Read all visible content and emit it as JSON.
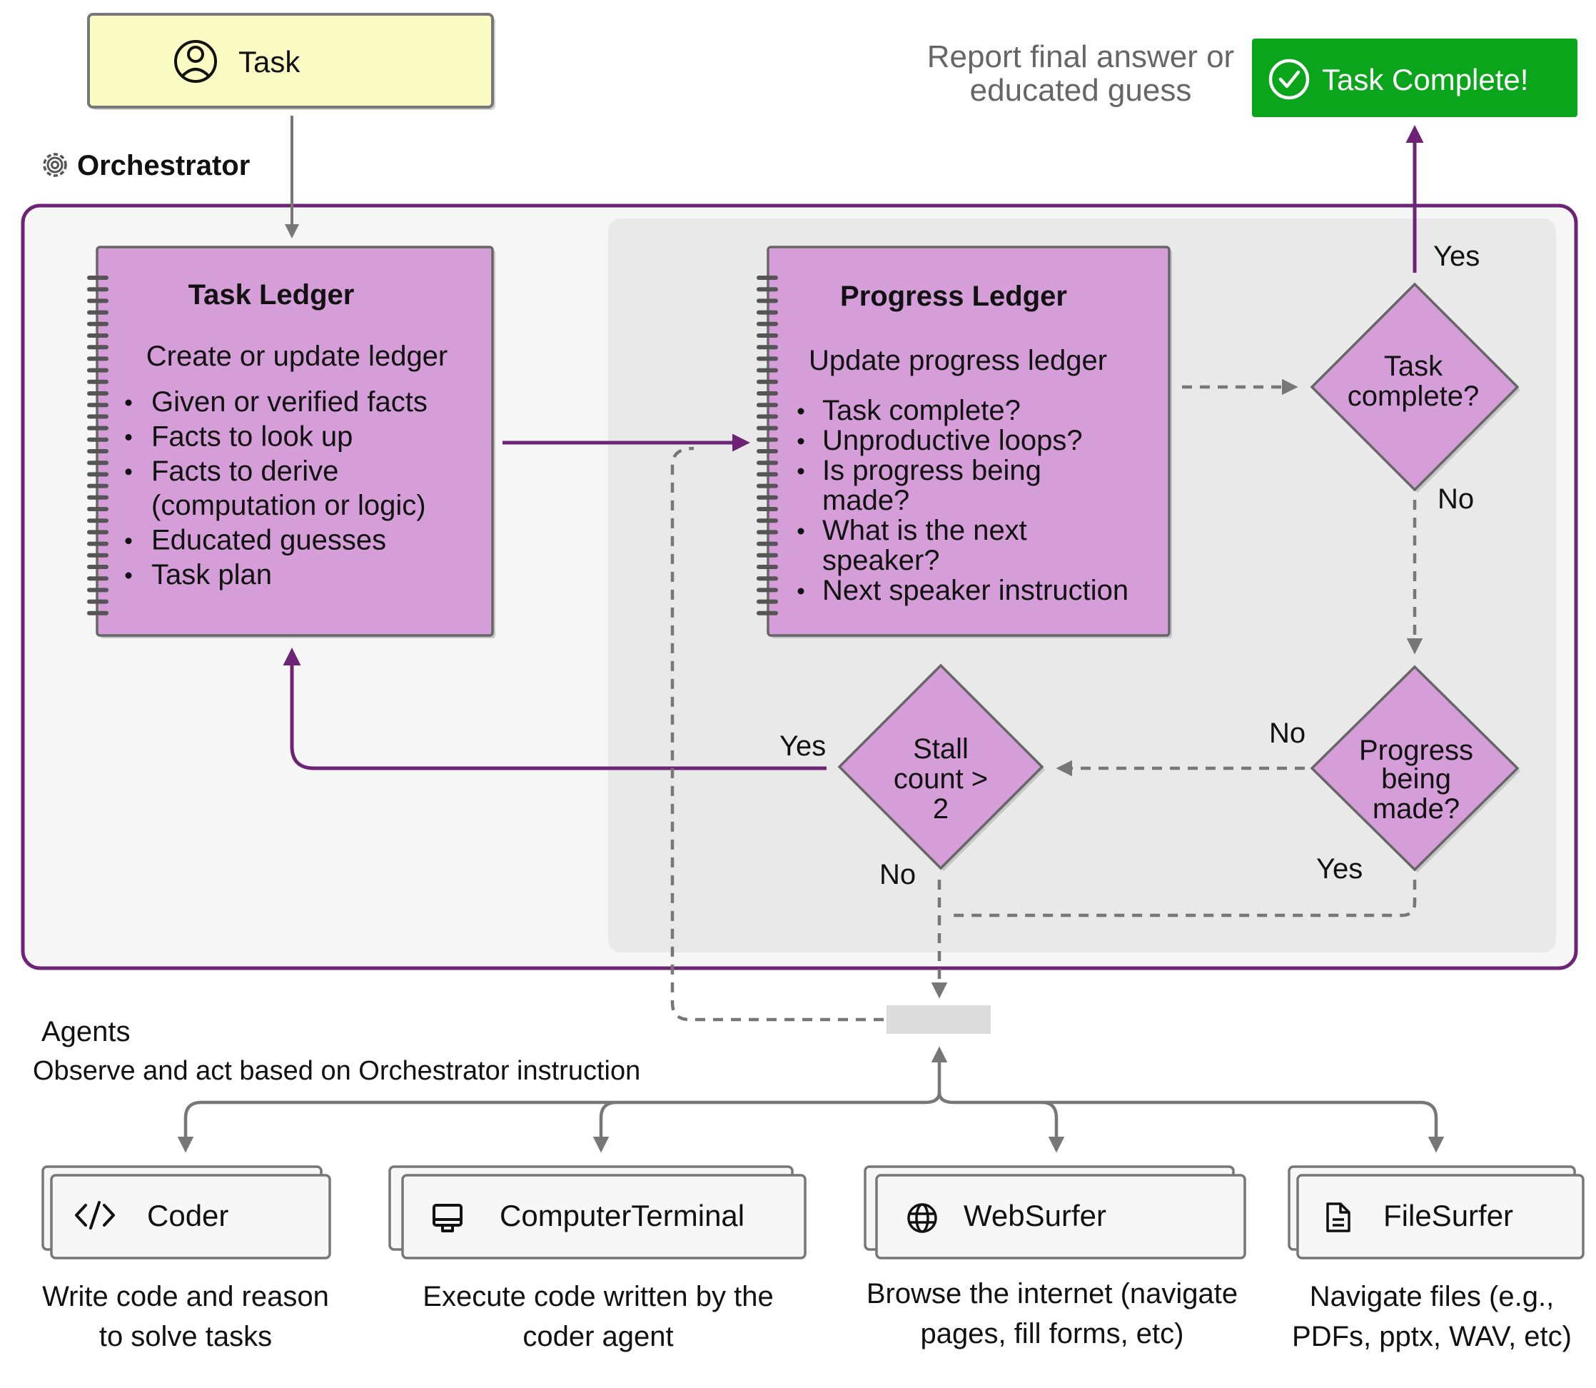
{
  "task": {
    "label": "Task"
  },
  "orchestrator": {
    "label": "Orchestrator"
  },
  "report": {
    "line1": "Report final answer or",
    "line2": "educated guess"
  },
  "complete": {
    "label": "Task Complete!",
    "color": "#0aa51b"
  },
  "task_ledger": {
    "title": "Task Ledger",
    "subtitle": "Create or update ledger",
    "items": [
      "Given or verified facts",
      "Facts to look up",
      "Facts to derive",
      "(computation or logic)",
      "Educated guesses",
      "Task plan"
    ]
  },
  "progress_ledger": {
    "title": "Progress Ledger",
    "subtitle": "Update progress ledger",
    "items": [
      "Task complete?",
      "Unproductive loops?",
      "Is progress being",
      "made?",
      "What is the next",
      "speaker?",
      "Next speaker instruction"
    ]
  },
  "decisions": {
    "task_complete": [
      "Task",
      "complete?"
    ],
    "progress_made": [
      "Progress",
      "being",
      "made?"
    ],
    "stall_count": [
      "Stall",
      "count >",
      "2"
    ]
  },
  "edge_labels": {
    "yes": "Yes",
    "no": "No"
  },
  "agents": {
    "title": "Agents",
    "subtitle": "Observe and act based on Orchestrator instruction",
    "list": [
      {
        "name": "Coder",
        "icon": "code-icon",
        "desc1": "Write code and reason",
        "desc2": "to solve tasks"
      },
      {
        "name": "ComputerTerminal",
        "icon": "monitor-icon",
        "desc1": "Execute code written by the",
        "desc2": "coder agent"
      },
      {
        "name": "WebSurfer",
        "icon": "globe-icon",
        "desc1": "Browse the internet (navigate",
        "desc2": "pages, fill forms, etc)"
      },
      {
        "name": "FileSurfer",
        "icon": "file-icon",
        "desc1": "Navigate files (e.g.,",
        "desc2": "PDFs, pptx, WAV, etc)"
      }
    ]
  },
  "colors": {
    "purple": "#6e2474",
    "node_fill": "#d59ed8",
    "task_fill": "#fbfbc4",
    "gray_line": "#777777",
    "panel_inner": "#e9e9e9",
    "panel_outer": "#f6f6f6"
  }
}
